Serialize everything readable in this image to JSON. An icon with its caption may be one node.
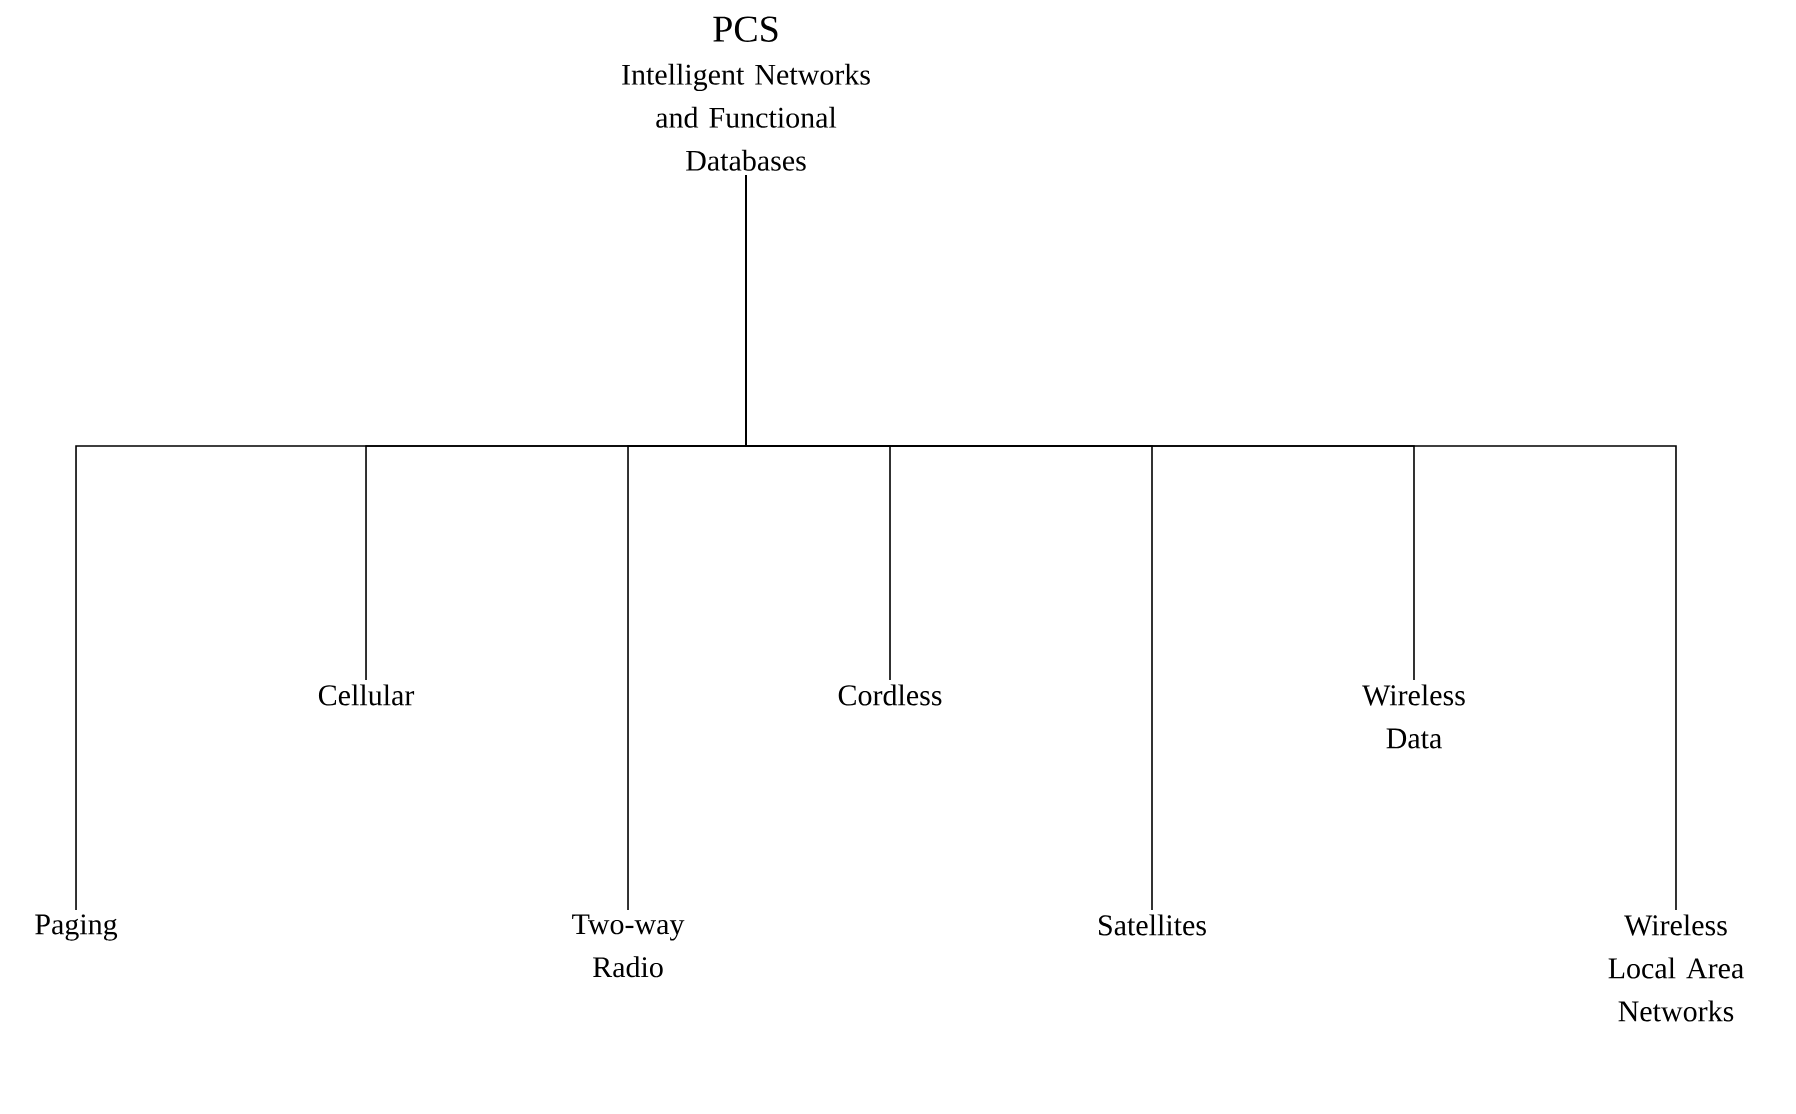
{
  "diagram": {
    "nodes": [
      {
        "text": [
          "PCS",
          "Intelligent Networks and Functional Databases"
        ]
      },
      {
        "text": [
          "Paging"
        ]
      },
      {
        "text": [
          "Cellular"
        ]
      },
      {
        "text": [
          "Two-way Radio"
        ]
      },
      {
        "text": [
          "Cordless"
        ]
      },
      {
        "text": [
          "Satellites"
        ]
      },
      {
        "text": [
          "Wireless Data"
        ]
      },
      {
        "text": [
          "Wireless Local Area Networks"
        ]
      }
    ],
    "edges": [
      {
        "from": 0,
        "to": 1,
        "arrow": "none"
      },
      {
        "from": 0,
        "to": 2,
        "arrow": "none"
      },
      {
        "from": 0,
        "to": 3,
        "arrow": "none"
      },
      {
        "from": 0,
        "to": 4,
        "arrow": "none"
      },
      {
        "from": 0,
        "to": 5,
        "arrow": "none"
      },
      {
        "from": 0,
        "to": 6,
        "arrow": "none"
      },
      {
        "from": 0,
        "to": 7,
        "arrow": "none"
      }
    ]
  }
}
